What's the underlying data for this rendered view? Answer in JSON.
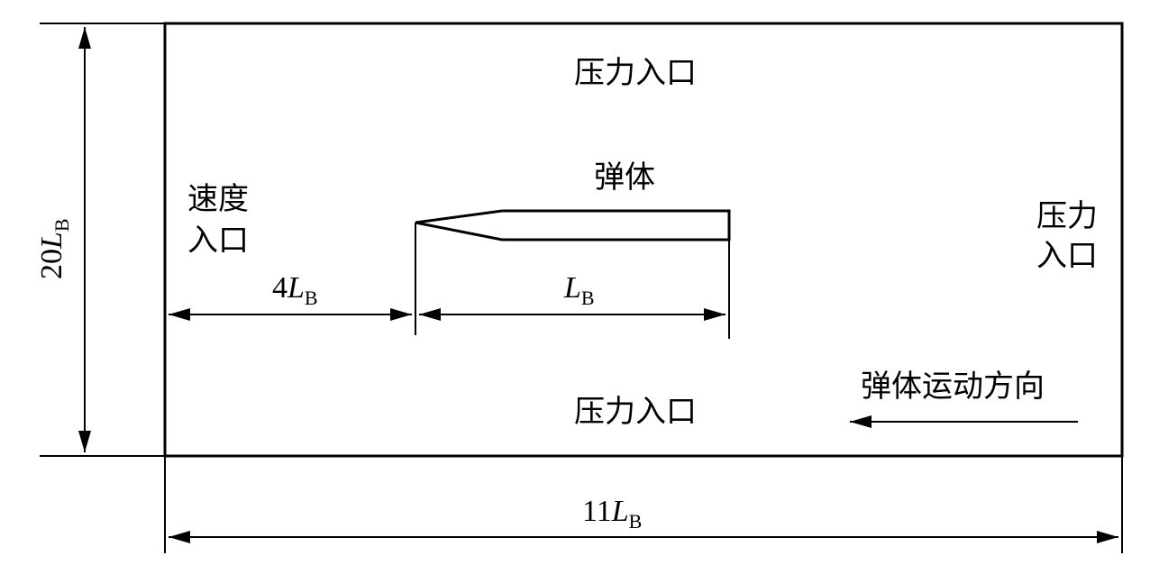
{
  "domain_labels": {
    "top_boundary": "压力入口",
    "bottom_boundary": "压力入口",
    "right_boundary_line1": "压力",
    "right_boundary_line2": "入口",
    "left_boundary_line1": "速度",
    "left_boundary_line2": "入口",
    "projectile": "弹体",
    "motion_direction": "弹体运动方向"
  },
  "dimensions": {
    "height": {
      "coef": "20",
      "var": "L",
      "sub": "B"
    },
    "upstream": {
      "coef": "4",
      "var": "L",
      "sub": "B"
    },
    "body_length": {
      "coef": "",
      "var": "L",
      "sub": "B"
    },
    "width": {
      "coef": "11",
      "var": "L",
      "sub": "B"
    }
  }
}
